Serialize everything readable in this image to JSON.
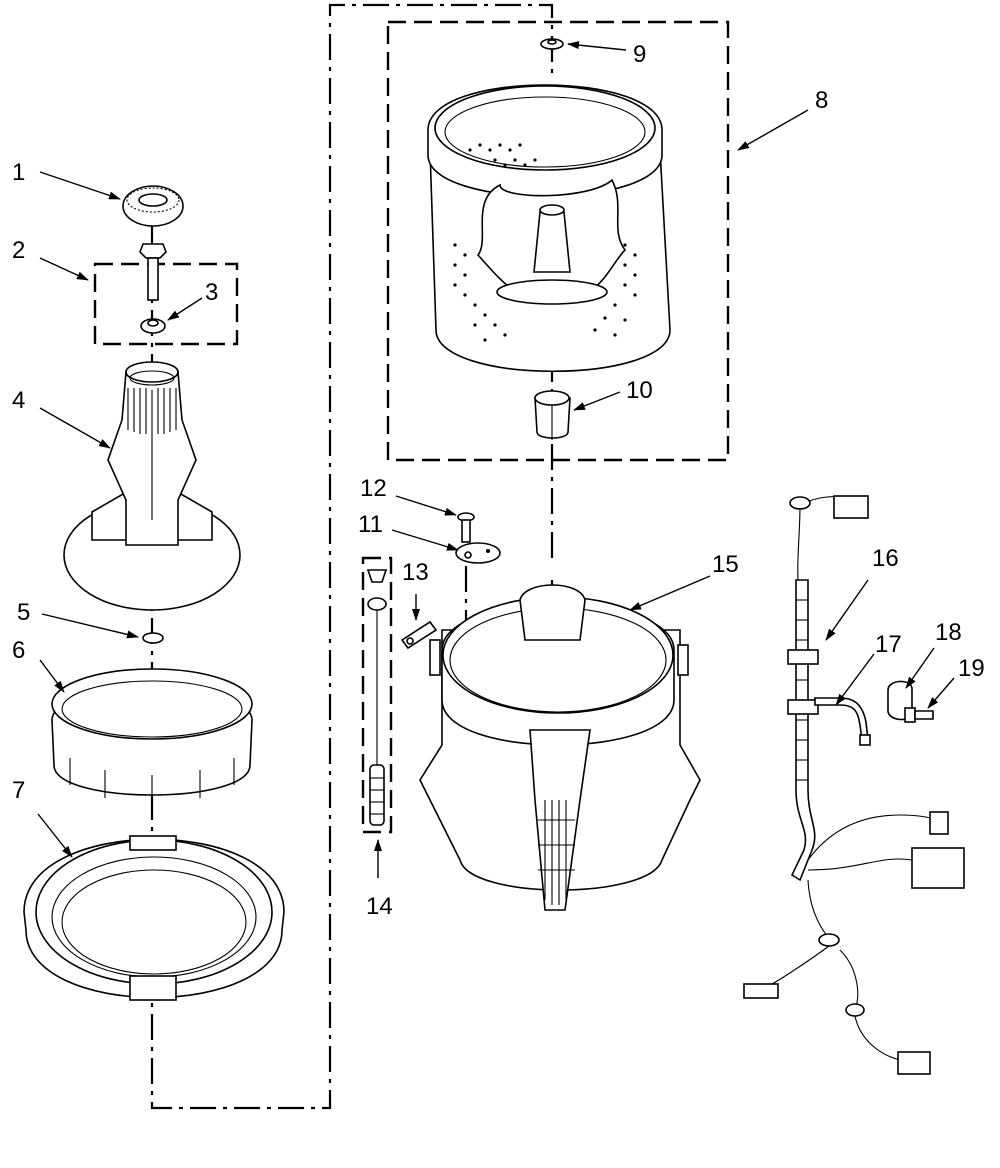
{
  "callouts": [
    {
      "id": "1",
      "label": "1"
    },
    {
      "id": "2",
      "label": "2"
    },
    {
      "id": "3",
      "label": "3"
    },
    {
      "id": "4",
      "label": "4"
    },
    {
      "id": "5",
      "label": "5"
    },
    {
      "id": "6",
      "label": "6"
    },
    {
      "id": "7",
      "label": "7"
    },
    {
      "id": "8",
      "label": "8"
    },
    {
      "id": "9",
      "label": "9"
    },
    {
      "id": "10",
      "label": "10"
    },
    {
      "id": "11",
      "label": "11"
    },
    {
      "id": "12",
      "label": "12"
    },
    {
      "id": "13",
      "label": "13"
    },
    {
      "id": "14",
      "label": "14"
    },
    {
      "id": "15",
      "label": "15"
    },
    {
      "id": "16",
      "label": "16"
    },
    {
      "id": "17",
      "label": "17"
    },
    {
      "id": "18",
      "label": "18"
    },
    {
      "id": "19",
      "label": "19"
    }
  ],
  "colors": {
    "ink": "#000000",
    "paper": "#ffffff"
  }
}
